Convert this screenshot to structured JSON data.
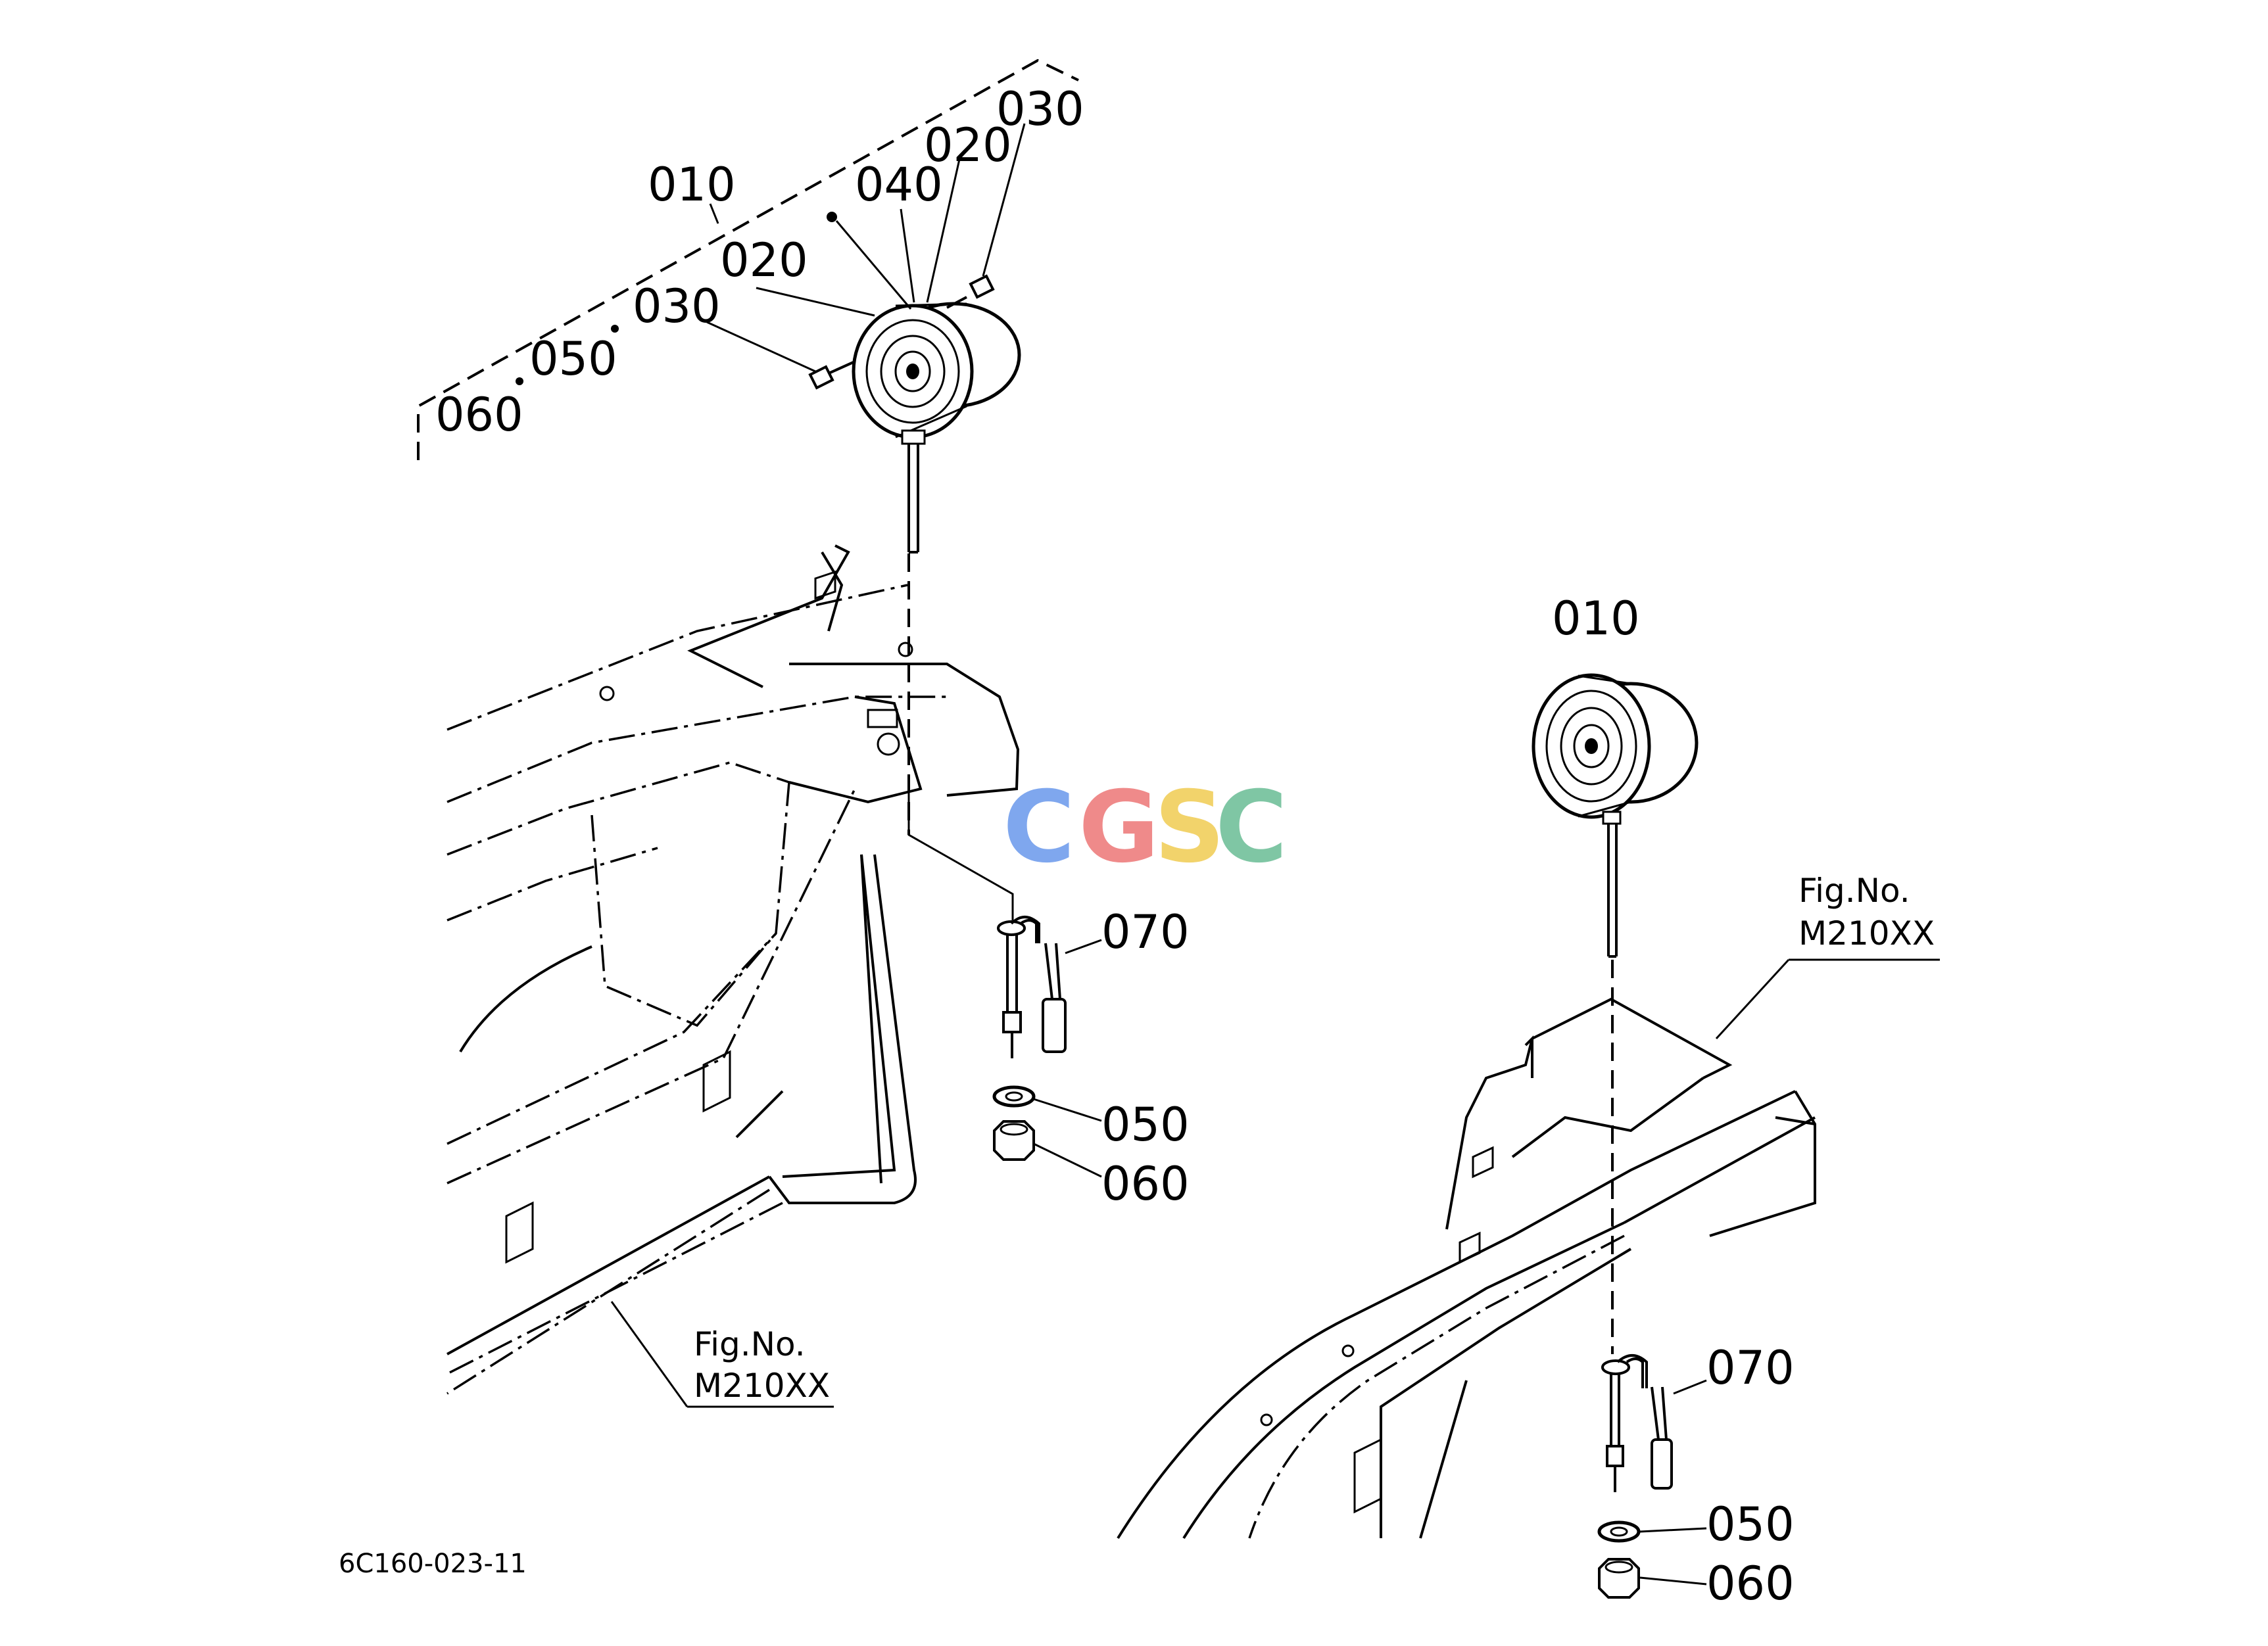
{
  "callouts_top": {
    "c010": "010",
    "c040": "040",
    "c020a": "020",
    "c030a": "030",
    "c020b": "020",
    "c030b": "030",
    "c050": "050",
    "c060": "060",
    "c070": "070",
    "c050b": "050",
    "c060b": "060"
  },
  "callouts_right": {
    "c010": "010",
    "c070": "070",
    "c050": "050",
    "c060": "060"
  },
  "fig_refs": {
    "left_title": "Fig.No.",
    "left_num": "M210XX",
    "right_title": "Fig.No.",
    "right_num": "M210XX"
  },
  "drawing_code": "6C160-023-11",
  "watermark": {
    "letters": [
      "C",
      "G",
      "S",
      "C"
    ],
    "colors": [
      "#7fa7ee",
      "#ef8a8a",
      "#f2d36b",
      "#7fc6a4"
    ]
  }
}
